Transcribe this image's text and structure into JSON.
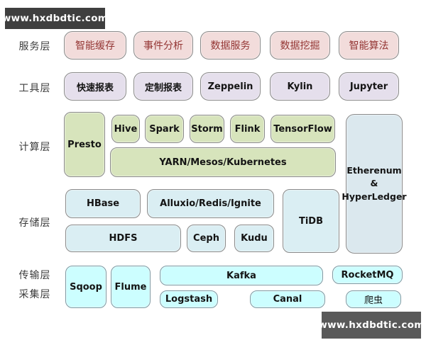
{
  "watermarks": {
    "top": "www.hxdbdtic.com",
    "bottom": "www.hxdbdtic.com"
  },
  "layer_labels": {
    "service": "服务层",
    "tool": "工具层",
    "compute": "计算层",
    "storage": "存储层",
    "transport": "传输层",
    "collection": "采集层"
  },
  "service": {
    "cache": "智能缓存",
    "event": "事件分析",
    "data_service": "数据服务",
    "data_mining": "数据挖掘",
    "algorithm": "智能算法"
  },
  "tool": {
    "fast_report": "快速报表",
    "custom_report": "定制报表",
    "zeppelin": "Zeppelin",
    "kylin": "Kylin",
    "jupyter": "Jupyter"
  },
  "compute": {
    "presto": "Presto",
    "hive": "Hive",
    "spark": "Spark",
    "storm": "Storm",
    "flink": "Flink",
    "tensorflow": "TensorFlow",
    "yarn": "YARN/Mesos/Kubernetes"
  },
  "blockchain": {
    "line1": "Etherenum",
    "line2": "&",
    "line3": "HyperLedger"
  },
  "storage": {
    "hbase": "HBase",
    "alluxio": "Alluxio/Redis/Ignite",
    "hdfs": "HDFS",
    "ceph": "Ceph",
    "kudu": "Kudu",
    "tidb": "TiDB"
  },
  "transport": {
    "sqoop": "Sqoop",
    "flume": "Flume",
    "kafka": "Kafka",
    "rocketmq": "RocketMQ"
  },
  "collection": {
    "logstash": "Logstash",
    "canal": "Canal",
    "crawler": "爬虫"
  },
  "colors": {
    "service_fill": "#f2dcdb",
    "service_text": "#943634",
    "tool_fill": "#e5dfec",
    "compute_fill": "#d7e4bc",
    "storage_fill": "#daeef3",
    "blockchain_fill": "#dbe8ee",
    "transport_fill": "#ccfeff",
    "watermark_top_bg": "#3f3f3f",
    "watermark_bottom_bg": "#595959"
  }
}
